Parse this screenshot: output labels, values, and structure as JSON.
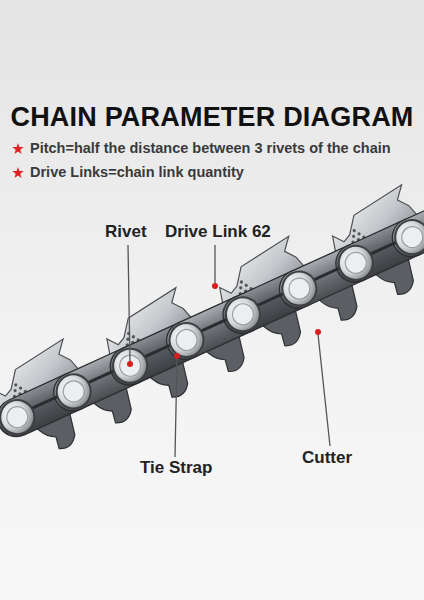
{
  "diagram": {
    "title": "CHAIN PARAMETER DIAGRAM",
    "labels": [
      "Pitch=half the distance between 3 rivets of the chain",
      "Drive Links=chain link quantity",
      "Rivet",
      "Drive Link 62",
      "Tie Strap",
      "Cutter"
    ]
  }
}
